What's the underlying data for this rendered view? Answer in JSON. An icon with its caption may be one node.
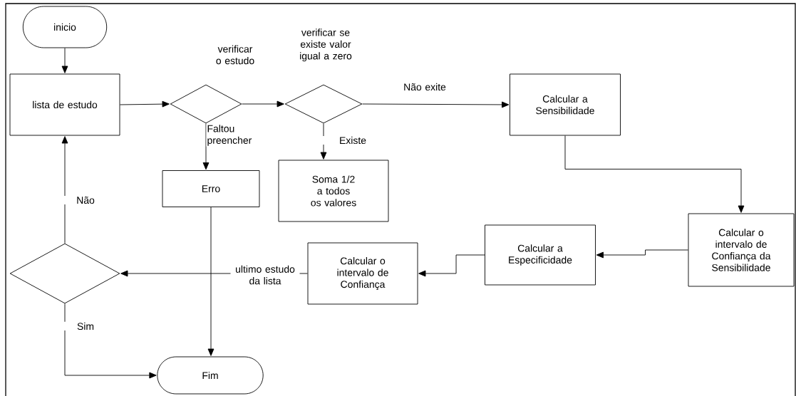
{
  "diagram": {
    "nodes": [
      {
        "text": [
          "inicio"
        ]
      },
      {
        "text": [
          "lista de estudo"
        ]
      },
      {
        "text": [
          "verificar o estudo"
        ]
      },
      {
        "text": [
          "verificar se existe valor igual a zero"
        ]
      },
      {
        "text": [
          "Erro"
        ]
      },
      {
        "text": [
          "Soma 1/2 a todos os valores"
        ]
      },
      {
        "text": [
          "Calcular a Sensibilidade"
        ]
      },
      {
        "text": [
          "Calcular o intervalo de Confiança da Sensibilidade"
        ]
      },
      {
        "text": [
          "Calcular a Especificidade"
        ]
      },
      {
        "text": [
          "Calcular o intervalo de Confiança"
        ]
      },
      {
        "text": [],
        "shape": "diamond"
      },
      {
        "text": [
          "Fim"
        ]
      }
    ],
    "edges": [
      {
        "from": 0,
        "to": 1,
        "arrow": "to"
      },
      {
        "from": 1,
        "to": 2,
        "arrow": "to"
      },
      {
        "from": 2,
        "to": 3,
        "arrow": "to"
      },
      {
        "from": 3,
        "to": 6,
        "arrow": "to",
        "label": "Não exite"
      },
      {
        "from": 2,
        "to": 4,
        "arrow": "to",
        "label": "Faltou preencher"
      },
      {
        "from": 3,
        "to": 5,
        "arrow": "to",
        "label": "Existe"
      },
      {
        "from": 6,
        "to": 7,
        "arrow": "to"
      },
      {
        "from": 7,
        "to": 8,
        "arrow": "to"
      },
      {
        "from": 8,
        "to": 9,
        "arrow": "to"
      },
      {
        "from": 9,
        "to": 10,
        "arrow": "to",
        "label": "ultimo estudo da lista"
      },
      {
        "from": 10,
        "to": 1,
        "arrow": "to",
        "label": "Não"
      },
      {
        "from": 10,
        "to": 11,
        "arrow": "to",
        "label": "Sim"
      },
      {
        "from": 4,
        "to": 11,
        "arrow": "to"
      }
    ]
  }
}
